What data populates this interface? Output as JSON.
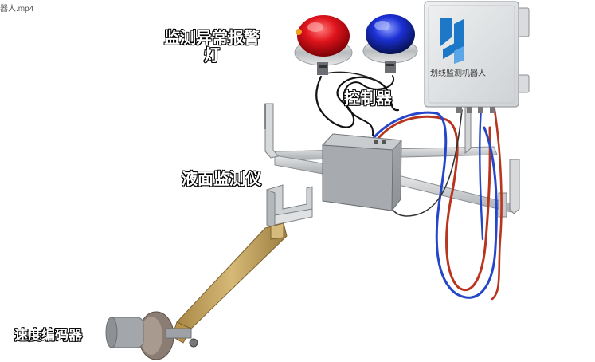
{
  "window": {
    "title": "器人.mp4"
  },
  "labels": {
    "alarm_light": "监测异常报警灯",
    "controller": "控制器",
    "level_sensor": "液面监测仪",
    "speed_encoder": "速度编码器",
    "robot_box": "划线监测机器人"
  },
  "colors": {
    "red_lamp": "#d8141c",
    "blue_lamp": "#1b2fd0",
    "cable_red": "#b8351f",
    "cable_blue": "#2546c8",
    "arm_gold": "#c9a45a",
    "box_gray": "#e3e5e7",
    "logo_blue": "#1e78c8"
  }
}
